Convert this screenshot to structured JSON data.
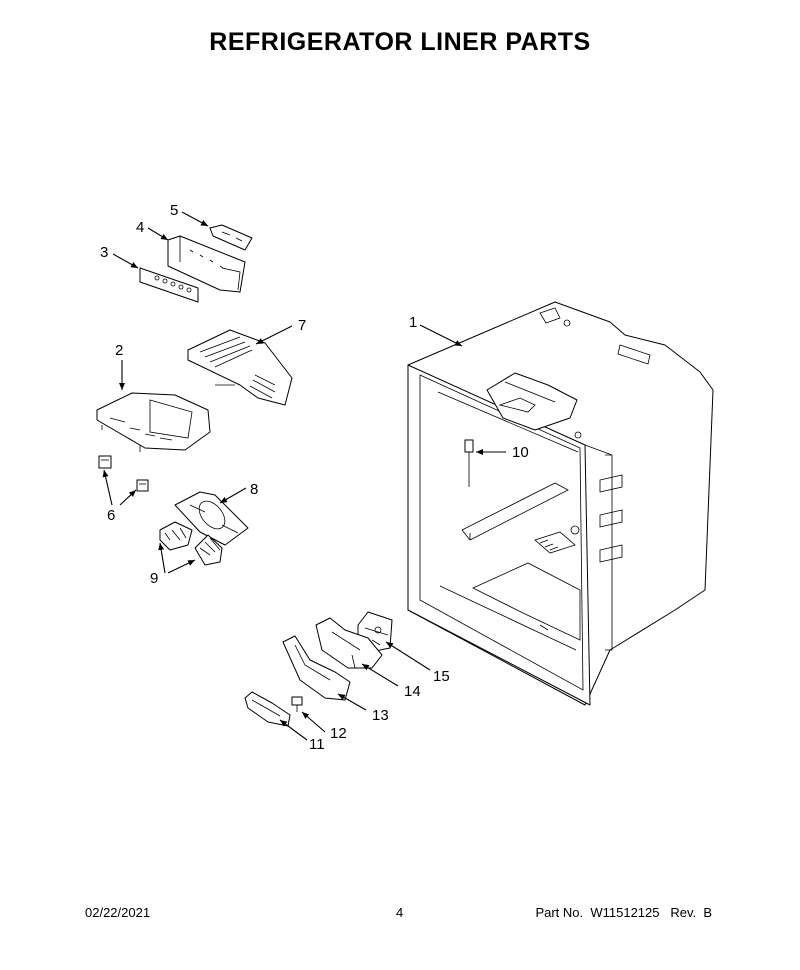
{
  "title": "REFRIGERATOR LINER PARTS",
  "callouts": {
    "c1": "1",
    "c2": "2",
    "c3": "3",
    "c4": "4",
    "c5": "5",
    "c6": "6",
    "c7": "7",
    "c8": "8",
    "c9": "9",
    "c10": "10",
    "c11": "11",
    "c12": "12",
    "c13": "13",
    "c14": "14",
    "c15": "15"
  },
  "footer": {
    "date": "02/22/2021",
    "page": "4",
    "part": "Part No.  W11512125   Rev.  B"
  }
}
